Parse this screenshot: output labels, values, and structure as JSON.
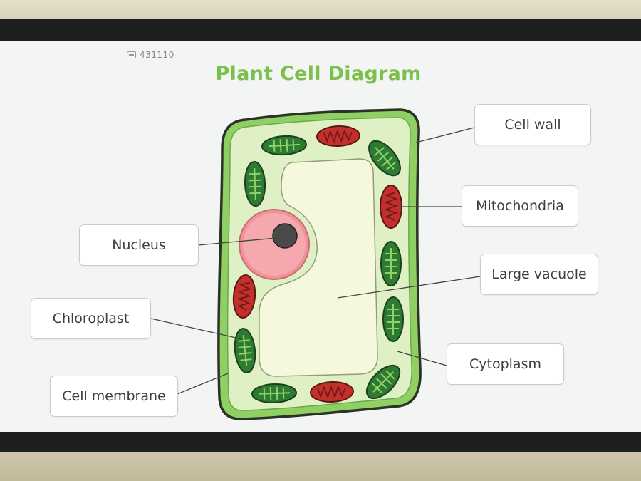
{
  "header": {
    "sku": "431110",
    "title": "Plant Cell Diagram"
  },
  "labels": {
    "cell_wall": "Cell wall",
    "mitochondria": "Mitochondria",
    "nucleus": "Nucleus",
    "large_vacuole": "Large vacuole",
    "chloroplast": "Chloroplast",
    "cytoplasm": "Cytoplasm",
    "cell_membrane": "Cell membrane"
  },
  "colors": {
    "title": "#7cc04c",
    "cell_wall": "#8fcf63",
    "cytoplasm": "#dff1c4",
    "vacuole": "#f6f8de",
    "nucleus": "#f2a0a5",
    "nucleolus": "#4a4a4a",
    "chloroplast": "#2f7a32",
    "mitochondria": "#c3302b"
  }
}
